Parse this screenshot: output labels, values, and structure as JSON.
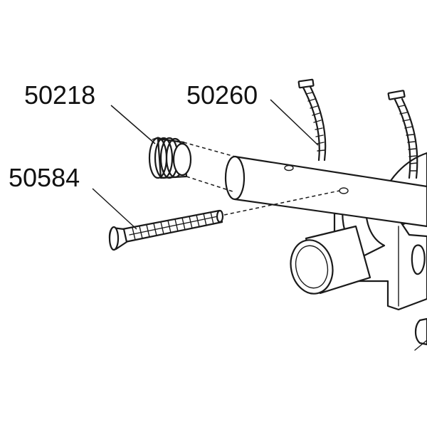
{
  "parts": [
    {
      "id": "spring",
      "number": "50218"
    },
    {
      "id": "cable-tie",
      "number": "50260"
    },
    {
      "id": "bolt",
      "number": "50584"
    }
  ]
}
